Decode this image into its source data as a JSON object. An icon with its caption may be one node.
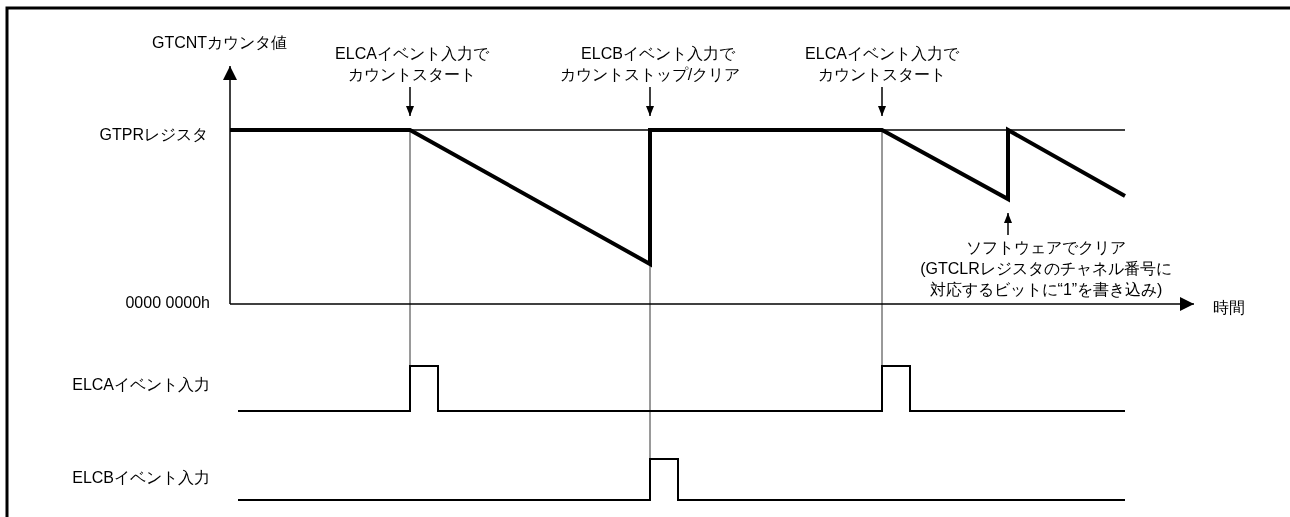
{
  "diagram": {
    "nodes": [
      {
        "text": [
          "ELCAイベント入力でカウントスタート"
        ]
      },
      {
        "text": [
          "ELCBイベント入力でカウントストップ/クリア"
        ]
      },
      {
        "text": [
          "ELCAイベント入力でカウントスタート"
        ]
      },
      {
        "text": [
          "ソフトウェアでクリア",
          "(GTCLRレジスタのチャネル番号に対応するビットに“1”を書き込み)"
        ]
      }
    ],
    "edges": [
      {
        "from": 0,
        "to": null,
        "arrow": "to"
      },
      {
        "from": 1,
        "to": null,
        "arrow": "to"
      },
      {
        "from": 2,
        "to": null,
        "arrow": "to"
      },
      {
        "from": 3,
        "to": null,
        "arrow": "to"
      }
    ],
    "labels": [
      "GTCNTカウンタ値",
      "GTPRレジスタ",
      "0000 0000h",
      "時間",
      "ELCAイベント入力",
      "ELCBイベント入力"
    ]
  }
}
